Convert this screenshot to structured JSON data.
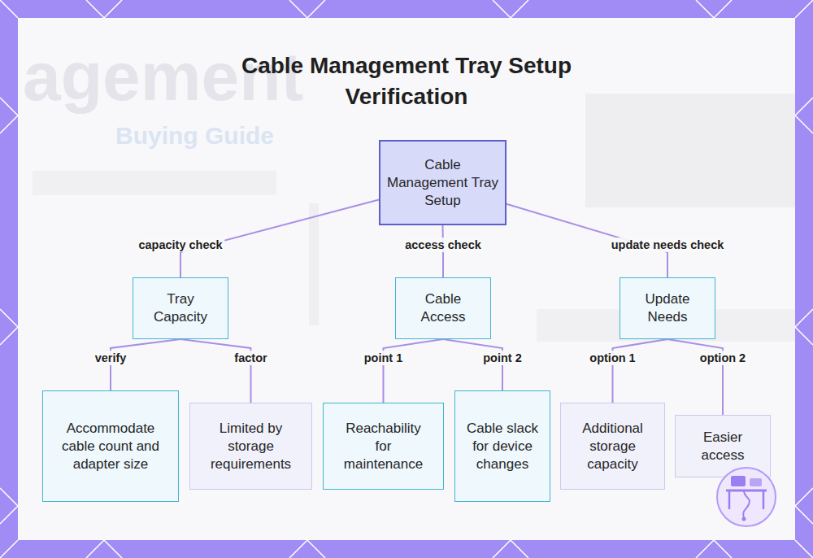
{
  "diagram": {
    "title": "Cable Management Tray Setup Verification",
    "nodes": [
      {
        "text": [
          "Cable Management Tray Setup"
        ]
      },
      {
        "text": [
          "Tray Capacity"
        ]
      },
      {
        "text": [
          "Cable Access"
        ]
      },
      {
        "text": [
          "Update Needs"
        ]
      },
      {
        "text": [
          "Accommodate cable count and adapter size"
        ]
      },
      {
        "text": [
          "Limited by storage requirements"
        ]
      },
      {
        "text": [
          "Reachability for maintenance"
        ]
      },
      {
        "text": [
          "Cable slack for device changes"
        ]
      },
      {
        "text": [
          "Additional storage capacity"
        ]
      },
      {
        "text": [
          "Easier access"
        ]
      }
    ],
    "edges": [
      {
        "from": 0,
        "to": 1,
        "label": "capacity check",
        "arrow": "none"
      },
      {
        "from": 0,
        "to": 2,
        "label": "access check",
        "arrow": "none"
      },
      {
        "from": 0,
        "to": 3,
        "label": "update needs check",
        "arrow": "none"
      },
      {
        "from": 1,
        "to": 4,
        "label": "verify",
        "arrow": "none"
      },
      {
        "from": 1,
        "to": 5,
        "label": "factor",
        "arrow": "none"
      },
      {
        "from": 2,
        "to": 6,
        "label": "point 1",
        "arrow": "none"
      },
      {
        "from": 2,
        "to": 7,
        "label": "point 2",
        "arrow": "none"
      },
      {
        "from": 3,
        "to": 8,
        "label": "option 1",
        "arrow": "none"
      },
      {
        "from": 3,
        "to": 9,
        "label": "option 2",
        "arrow": "none"
      }
    ],
    "labels": [
      "agement",
      "Buying Guide"
    ]
  }
}
